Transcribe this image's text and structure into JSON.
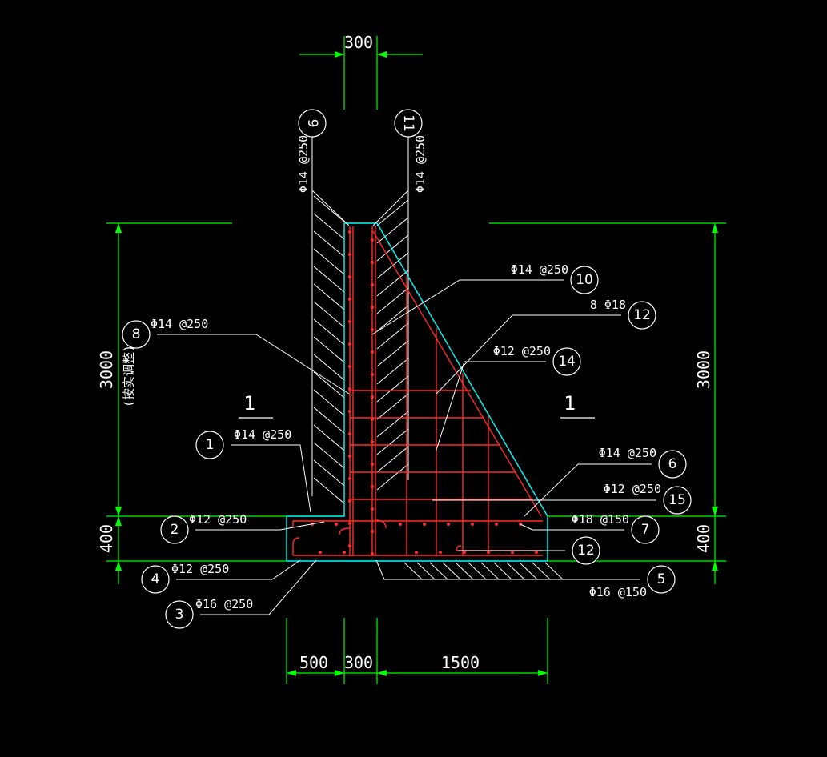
{
  "colors": {
    "background": "#000000",
    "dimension": "#00ff00",
    "outline": "#00ffff",
    "rebar": "#ff2a2a",
    "leader": "#ffffff",
    "hatch": "#ffffff"
  },
  "dimensions": {
    "top_width": "300",
    "left_height": "3000",
    "left_note": "(按实调整)",
    "right_height": "3000",
    "left_base": "400",
    "right_base": "400",
    "bottom_left": "500",
    "bottom_mid": "300",
    "bottom_right": "1500"
  },
  "section_marks": {
    "left": "1",
    "right": "1"
  },
  "rebars": [
    {
      "num": "1",
      "spec": "Φ14 @250"
    },
    {
      "num": "2",
      "spec": "Φ12 @250"
    },
    {
      "num": "3",
      "spec": "Φ16 @250"
    },
    {
      "num": "4",
      "spec": "Φ12 @250"
    },
    {
      "num": "5",
      "spec": "Φ16 @150"
    },
    {
      "num": "6",
      "spec": "Φ14 @250"
    },
    {
      "num": "7",
      "spec": "Φ18 @150"
    },
    {
      "num": "8",
      "spec": "Φ14 @250"
    },
    {
      "num": "9",
      "spec": "Φ14 @250"
    },
    {
      "num": "10",
      "spec": "Φ14 @250"
    },
    {
      "num": "11",
      "spec": "Φ14 @250"
    },
    {
      "num": "12",
      "spec": "8 Φ18"
    },
    {
      "num": "12",
      "spec": ""
    },
    {
      "num": "14",
      "spec": "Φ12 @250"
    },
    {
      "num": "15",
      "spec": "Φ12 @250"
    }
  ]
}
